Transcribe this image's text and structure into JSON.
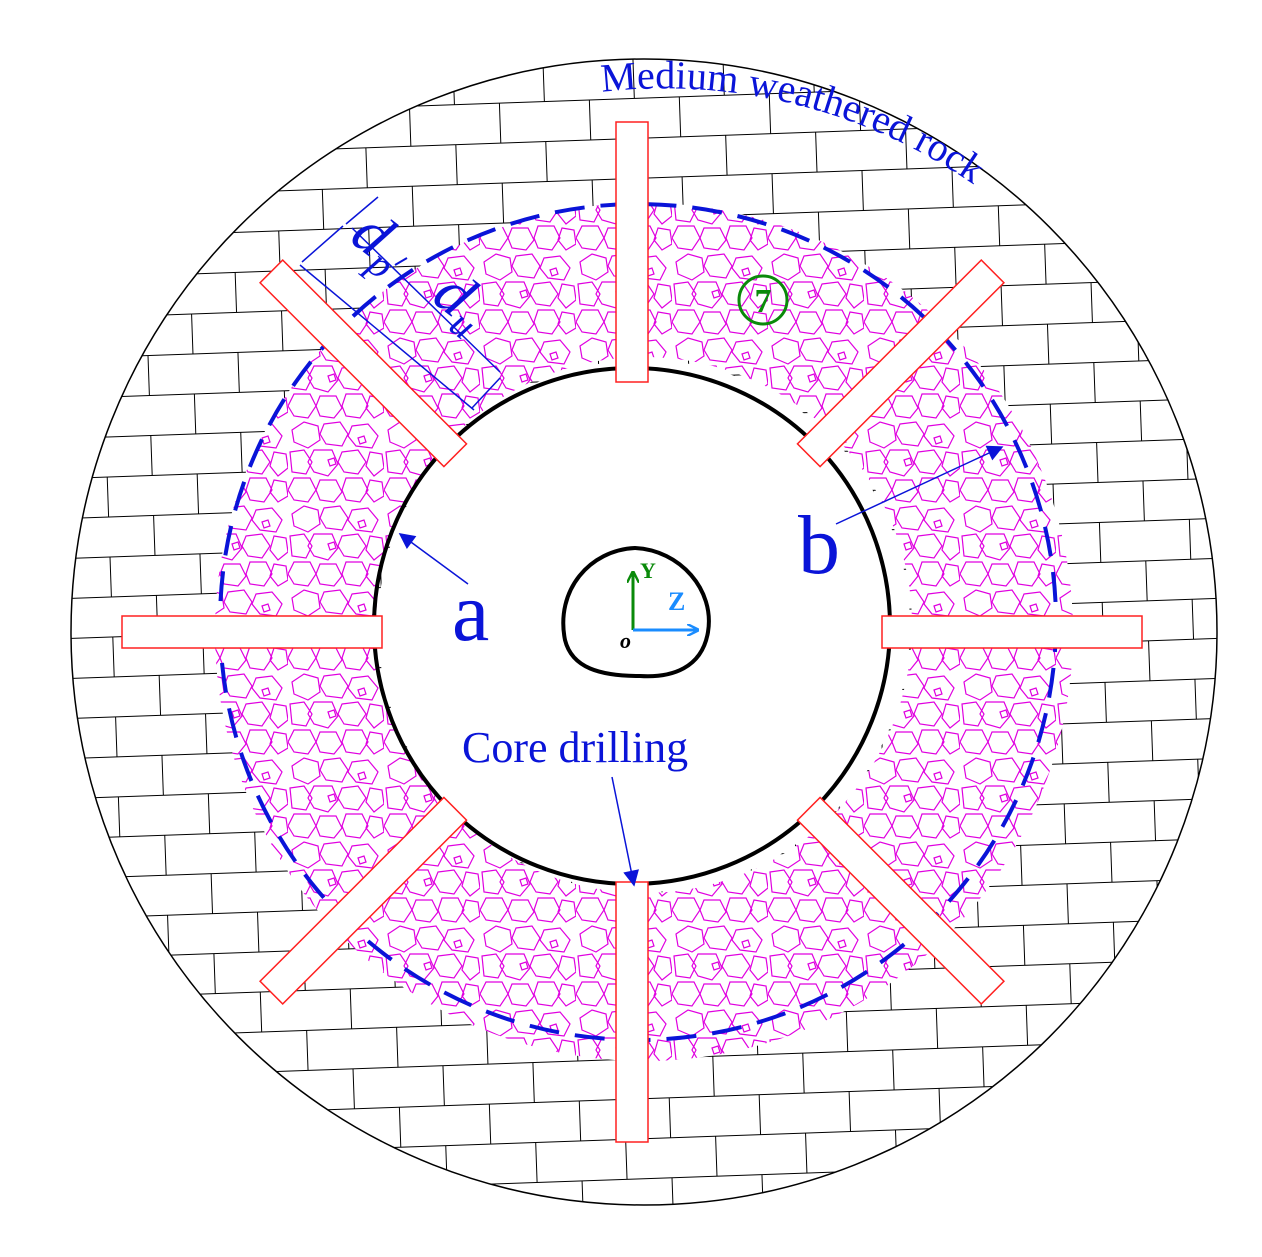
{
  "diagram": {
    "labels": {
      "rock_layer": "Medium weathered rock",
      "stratum_number": "7",
      "inner_boundary": "a",
      "outer_boundary": "b",
      "core_drilling": "Core drilling",
      "dp_letter": "d",
      "dp_sub": "p",
      "du_letter": "d",
      "du_sub": "u",
      "axis_y": "Y",
      "axis_z": "Z",
      "origin": "o"
    },
    "colors": {
      "blue": "#0a14d8",
      "magenta": "#e000e0",
      "red": "#ff2020",
      "green": "#0a8a0a",
      "axis_blue": "#1a8cff",
      "black": "#000000"
    },
    "core_drilling_count": 8
  }
}
